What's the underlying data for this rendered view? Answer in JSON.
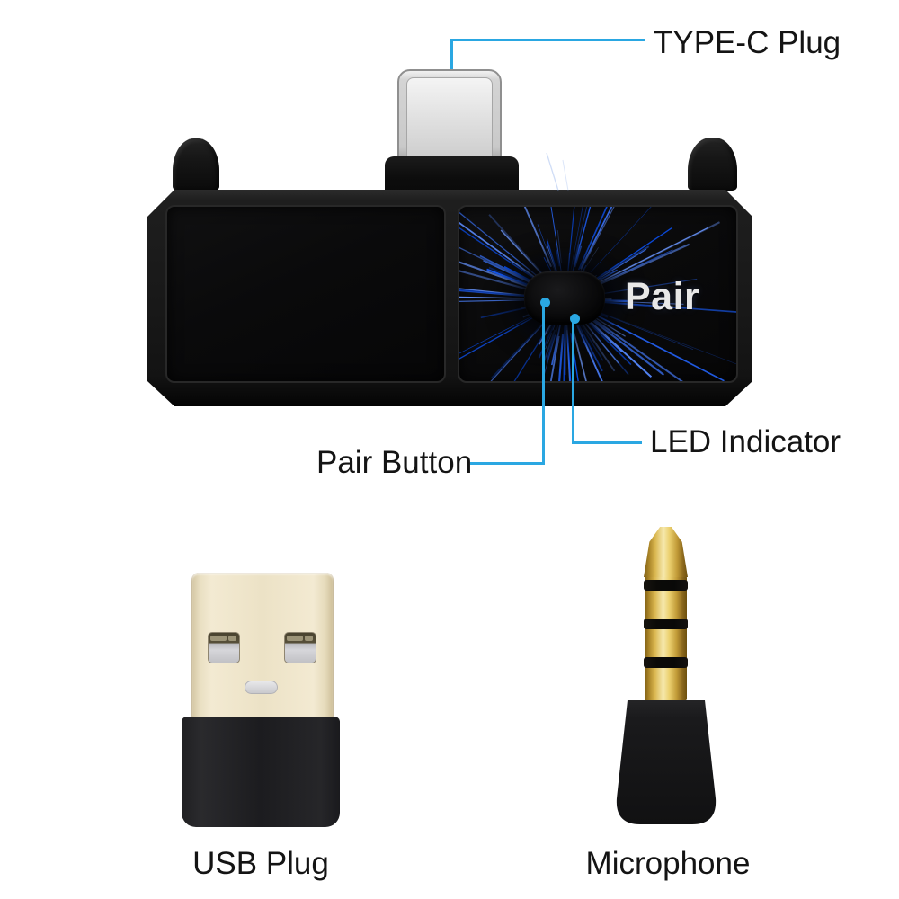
{
  "colors": {
    "accent": "#2aa7e2",
    "ray_blue": "#2e63e8",
    "usb_gold": "#ece2c8",
    "mic_gold": "#f0d87e",
    "label_text": "#141414",
    "pair_text": "#e8e8e8"
  },
  "callouts": {
    "type_c_plug": "TYPE-C Plug",
    "pair_button": "Pair Button",
    "led_indicator": "LED Indicator"
  },
  "captions": {
    "usb_plug": "USB Plug",
    "microphone": "Microphone"
  },
  "device": {
    "pair_label": "Pair"
  }
}
